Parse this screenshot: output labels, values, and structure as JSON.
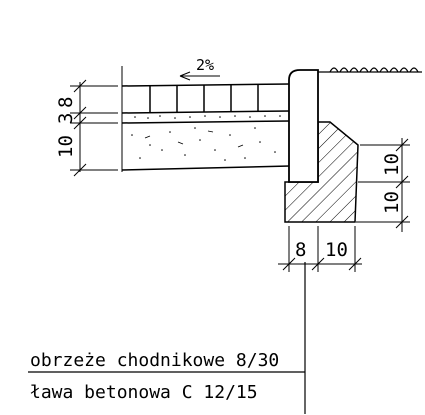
{
  "drawing": {
    "slope_label": "2%",
    "left_dims": [
      "10",
      "3",
      "8"
    ],
    "right_dims": [
      "10",
      "10"
    ],
    "bottom_dims": [
      "8",
      "10"
    ],
    "labels": {
      "curb": "obrzeże chodnikowe 8/30",
      "bench": "ława betonowa C 12/15"
    },
    "colors": {
      "line": "#000000",
      "background": "#ffffff"
    }
  }
}
